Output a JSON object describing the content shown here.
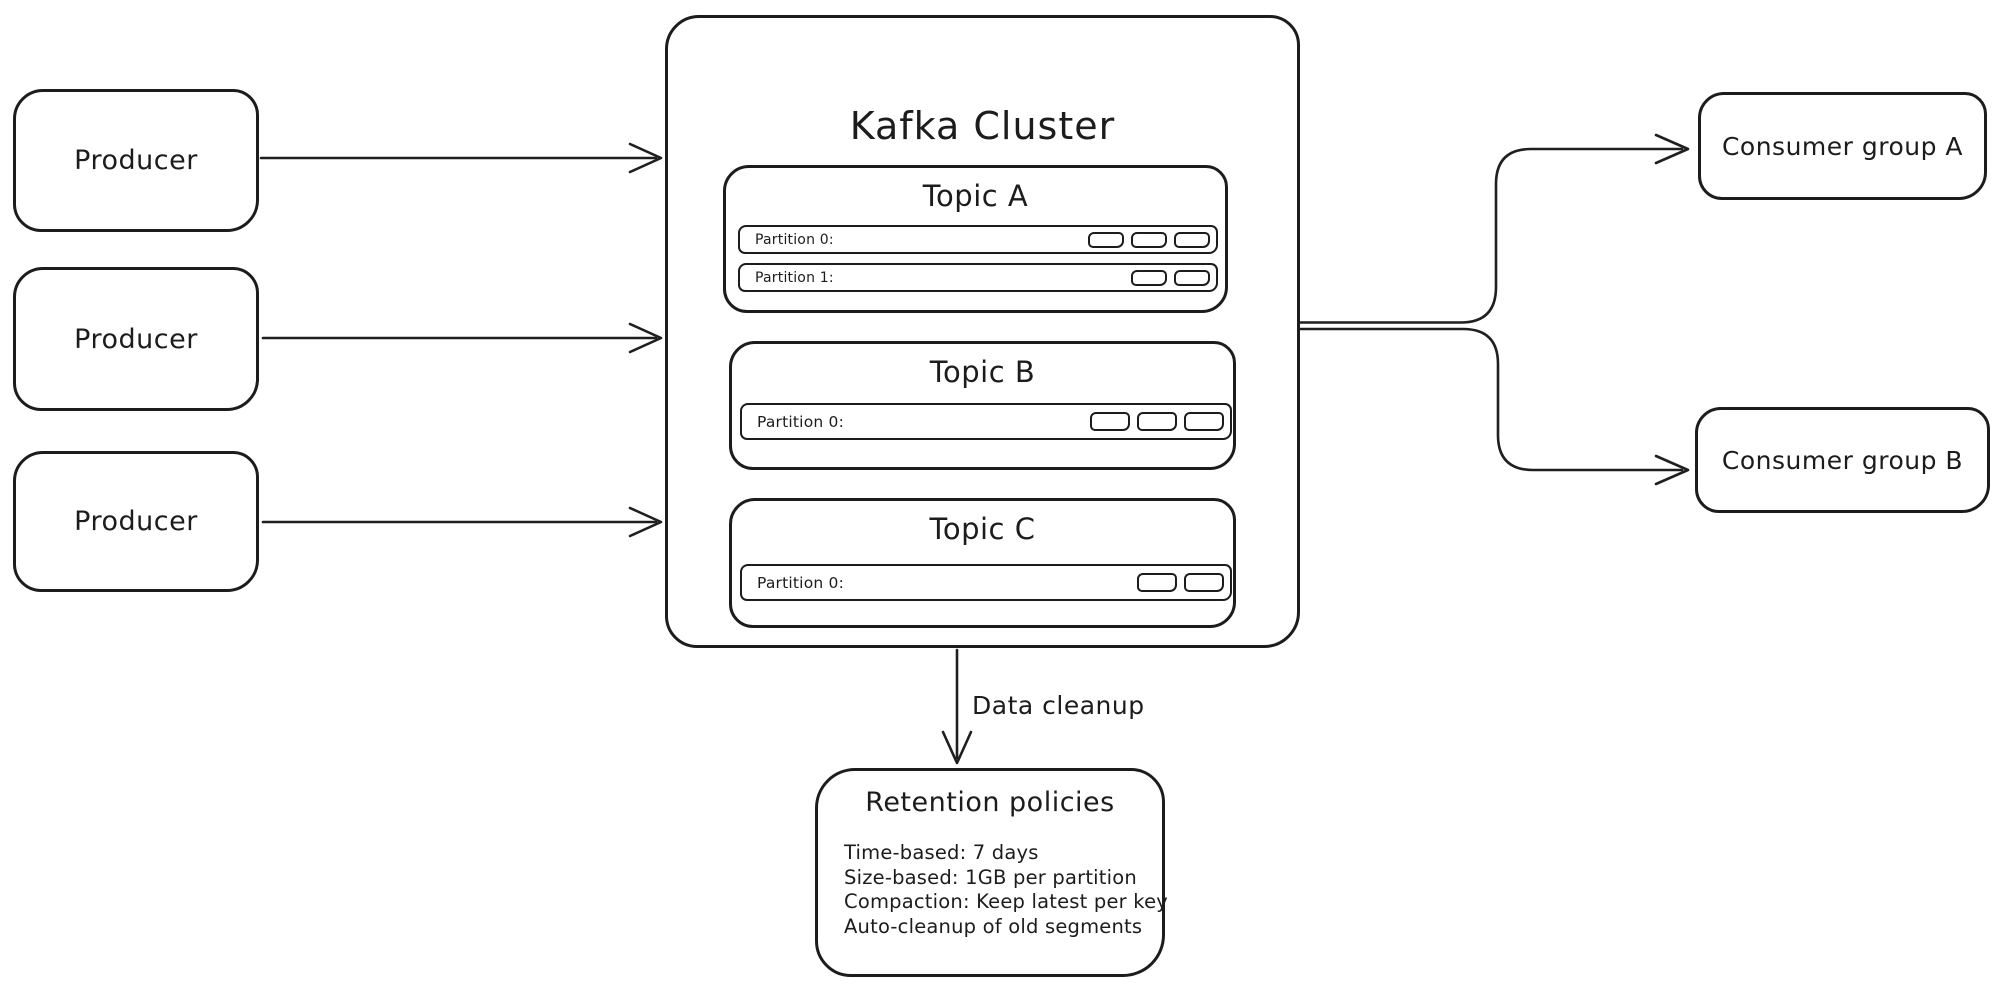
{
  "canvas": {
    "background": "#ffffff",
    "stroke_color": "#1f1f1f"
  },
  "producers": [
    {
      "label": "Producer"
    },
    {
      "label": "Producer"
    },
    {
      "label": "Producer"
    }
  ],
  "cluster": {
    "title": "Kafka Cluster",
    "topics": [
      {
        "name": "Topic A",
        "partitions": [
          {
            "label": "Partition 0:",
            "segments": 3
          },
          {
            "label": "Partition 1:",
            "segments": 2
          }
        ]
      },
      {
        "name": "Topic B",
        "partitions": [
          {
            "label": "Partition 0:",
            "segments": 3
          }
        ]
      },
      {
        "name": "Topic C",
        "partitions": [
          {
            "label": "Partition 0:",
            "segments": 2
          }
        ]
      }
    ]
  },
  "consumers": [
    {
      "label": "Consumer group A"
    },
    {
      "label": "Consumer group B"
    }
  ],
  "cleanup": {
    "arrow_label": "Data cleanup"
  },
  "retention": {
    "title": "Retention policies",
    "policies": [
      "Time-based: 7 days",
      "Size-based: 1GB per partition",
      "Compaction: Keep latest per key",
      "Auto-cleanup of old segments"
    ]
  }
}
